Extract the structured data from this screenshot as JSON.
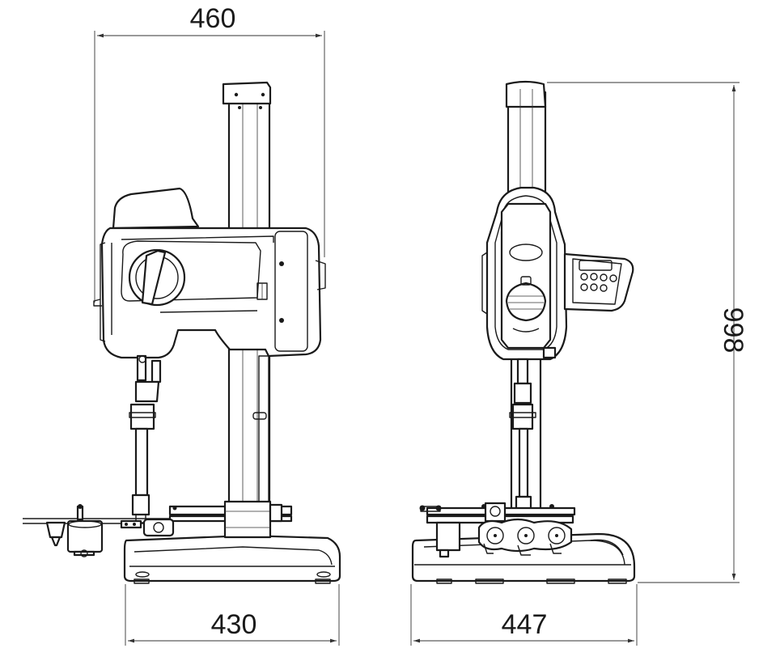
{
  "dimensions": {
    "top_width": "460",
    "front_base_width": "430",
    "side_base_width": "447",
    "overall_height": "998"
  }
}
